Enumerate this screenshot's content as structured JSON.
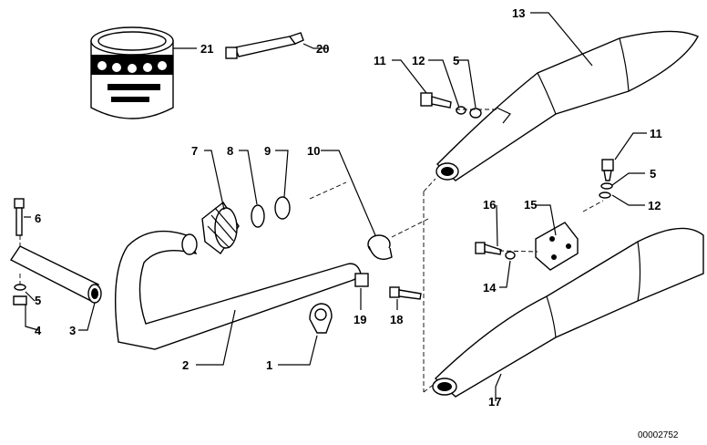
{
  "diagram_code": "00002752",
  "callouts": {
    "c1": "1",
    "c2": "2",
    "c3": "3",
    "c4": "4",
    "c5a": "5",
    "c5b": "5",
    "c5c": "5",
    "c6": "6",
    "c7": "7",
    "c8": "8",
    "c9": "9",
    "c10": "10",
    "c11a": "11",
    "c11b": "11",
    "c12a": "12",
    "c12b": "12",
    "c13": "13",
    "c14": "14",
    "c15": "15",
    "c16": "16",
    "c17": "17",
    "c18": "18",
    "c19": "19",
    "c20": "20",
    "c21": "21"
  },
  "colors": {
    "ink": "#000000",
    "paper": "#ffffff"
  }
}
